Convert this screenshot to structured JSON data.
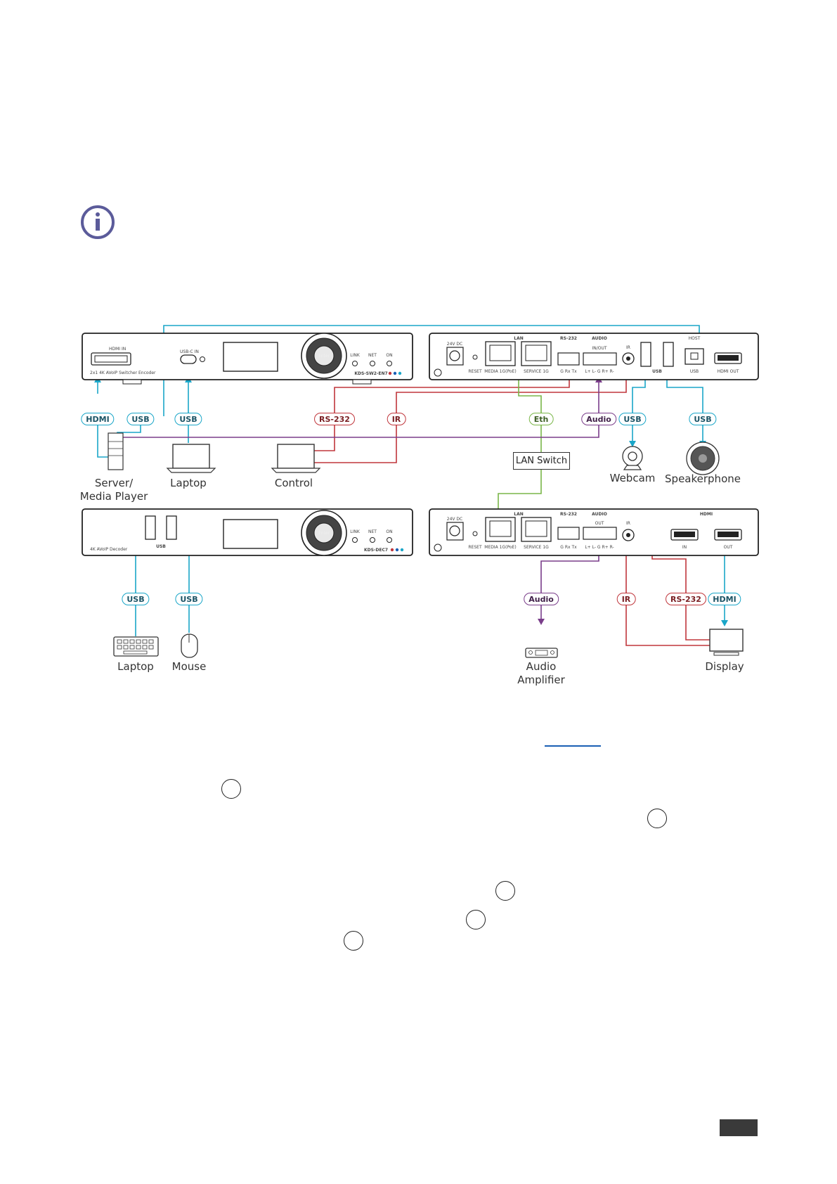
{
  "page": {
    "background": "#ffffff"
  },
  "colors": {
    "usb_hdmi": "#1aa6c8",
    "control": "#c0363c",
    "ethernet": "#7ab648",
    "audio": "#7a3d8a"
  },
  "encoder": {
    "front_hdmi_in": "HDMI IN",
    "front_name": "2x1 4K AVoIP Switcher Encoder",
    "front_usbc": "USB-C IN",
    "front_knob": "Enter",
    "led_link": "LINK",
    "led_net": "NET",
    "led_on": "ON",
    "model": "KDS-SW2-EN7",
    "rear_power": "24V DC",
    "rear_reset": "RESET",
    "rear_lan": "LAN",
    "rear_media": "MEDIA 1G(PoE)",
    "rear_service": "SERVICE 1G",
    "rear_rs232": "RS-232",
    "rear_rs232_pins": "G Rx Tx",
    "rear_audio": "AUDIO",
    "rear_audio_dir": "IN/OUT",
    "rear_audio_pins": "L+ L- G R+ R-",
    "rear_ir": "IR",
    "rear_usb": "USB",
    "rear_host": "HOST",
    "rear_usb_b": "USB",
    "rear_hdmi_out": "HDMI OUT"
  },
  "decoder": {
    "front_usb": "USB",
    "front_name": "4K AVoIP Decoder",
    "front_knob": "Enter",
    "led_link": "LINK",
    "led_net": "NET",
    "led_on": "ON",
    "model": "KDS-DEC7",
    "rear_power": "24V DC",
    "rear_reset": "RESET",
    "rear_lan": "LAN",
    "rear_media": "MEDIA 1G(PoE)",
    "rear_service": "SERVICE 1G",
    "rear_rs232": "RS-232",
    "rear_rs232_pins": "G Rx Tx",
    "rear_audio": "AUDIO",
    "rear_audio_dir": "OUT",
    "rear_audio_pins": "L+ L- G R+ R-",
    "rear_ir": "IR",
    "rear_hdmi": "HDMI",
    "rear_hdmi_in": "IN",
    "rear_hdmi_out": "OUT"
  },
  "connections": {
    "top": [
      {
        "label": "HDMI",
        "color": "blue"
      },
      {
        "label": "USB",
        "color": "blue"
      },
      {
        "label": "USB",
        "color": "blue"
      },
      {
        "label": "RS-232",
        "color": "red"
      },
      {
        "label": "IR",
        "color": "red"
      },
      {
        "label": "Eth",
        "color": "green"
      },
      {
        "label": "Audio",
        "color": "purple"
      },
      {
        "label": "USB",
        "color": "blue"
      },
      {
        "label": "USB",
        "color": "blue"
      }
    ],
    "bottom": [
      {
        "label": "USB",
        "color": "blue"
      },
      {
        "label": "USB",
        "color": "blue"
      },
      {
        "label": "Audio",
        "color": "purple"
      },
      {
        "label": "IR",
        "color": "red"
      },
      {
        "label": "RS-232",
        "color": "red"
      },
      {
        "label": "HDMI",
        "color": "blue"
      }
    ]
  },
  "lan_switch": "LAN Switch",
  "devices": {
    "server": "Server/\nMedia Player",
    "laptop_top": "Laptop",
    "control": "Control",
    "webcam": "Webcam",
    "speakerphone": "Speakerphone",
    "laptop_bottom": "Laptop",
    "mouse": "Mouse",
    "audio_amp": "Audio\nAmplifier",
    "display": "Display"
  },
  "icons": [
    "info-icon",
    "step-circle-icon"
  ]
}
